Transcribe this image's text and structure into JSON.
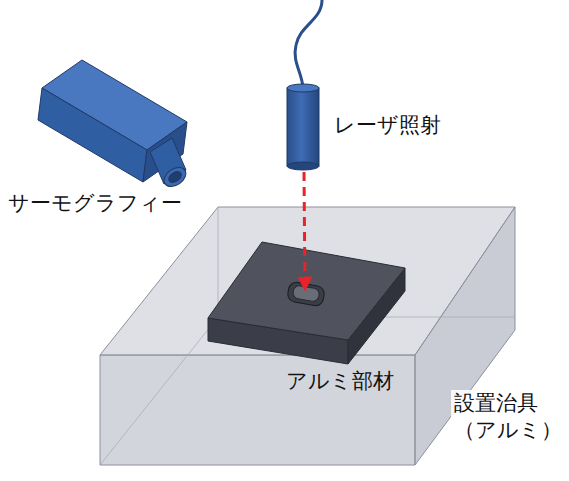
{
  "diagram": {
    "labels": [
      "サーモグラフィー",
      "レーザ照射",
      "アルミ部材",
      "設置治具 （アルミ）"
    ]
  }
}
